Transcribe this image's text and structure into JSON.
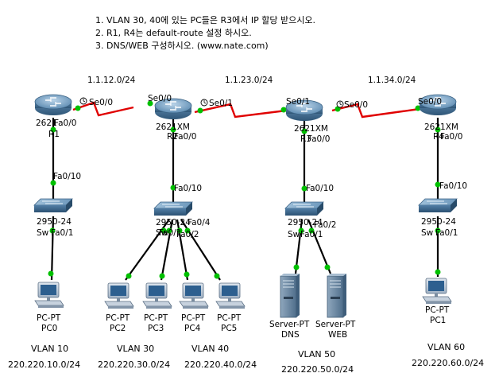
{
  "instructions": [
    "1. VLAN 30, 40에 있는 PC들은 R3에서 IP 할당 받으시오.",
    "2. R1, R4는 default-route 설정 하시오.",
    "3. DNS/WEB 구성하시오. (www.nate.com)"
  ],
  "networks": {
    "r1_r2": "1.1.12.0/24",
    "r2_r3": "1.1.23.0/24",
    "r3_r4": "1.1.34.0/24"
  },
  "routers": [
    {
      "model": "2621",
      "name": "R1",
      "serial": "Se0/0",
      "fa": "Fa0/0"
    },
    {
      "model": "2621XM",
      "name": "R2",
      "serial_left": "Se0/0",
      "serial_right": "Se0/1",
      "fa": "Fa0/0"
    },
    {
      "model": "2621XM",
      "name": "R3",
      "serial_left": "Se0/1",
      "serial_right": "Se0/0",
      "fa": "Fa0/0"
    },
    {
      "model": "2621XM",
      "name": "R4",
      "serial": "Se0/0",
      "fa": "Fa0/0"
    }
  ],
  "switches": [
    {
      "model": "2950-24",
      "name": "Sw",
      "up": "Fa0/10",
      "down": "Fa0/1"
    },
    {
      "model": "2950-24",
      "name": "Sw",
      "up": "Fa0/10",
      "ports": [
        "Fa0/4",
        "Fa0/1",
        "Fa0/2"
      ]
    },
    {
      "model": "2950-24",
      "name": "Sw",
      "up": "Fa0/10",
      "ports": [
        "Fa0/2",
        "Fa0/1"
      ]
    },
    {
      "model": "2950-24",
      "name": "Sw",
      "up": "Fa0/10",
      "down": "Fa0/1"
    }
  ],
  "hosts": [
    {
      "type": "PC-PT",
      "name": "PC0"
    },
    {
      "type": "PC-PT",
      "name": "PC2"
    },
    {
      "type": "PC-PT",
      "name": "PC3"
    },
    {
      "type": "PC-PT",
      "name": "PC4"
    },
    {
      "type": "PC-PT",
      "name": "PC5"
    },
    {
      "type": "Server-PT",
      "name": "DNS"
    },
    {
      "type": "Server-PT",
      "name": "WEB"
    },
    {
      "type": "PC-PT",
      "name": "PC1"
    }
  ],
  "vlans": [
    {
      "label": "VLAN 10",
      "subnet": "220.220.10.0/24"
    },
    {
      "label": "VLAN 30",
      "subnet": "220.220.30.0/24"
    },
    {
      "label": "VLAN 40",
      "subnet": "220.220.40.0/24"
    },
    {
      "label": "VLAN 50",
      "subnet": "220.220.50.0/24"
    },
    {
      "label": "VLAN 60",
      "subnet": "220.220.60.0/24"
    }
  ],
  "colors": {
    "serial_link": "#e00000",
    "ethernet_link": "#000000",
    "link_up_dot": "#00c000"
  }
}
